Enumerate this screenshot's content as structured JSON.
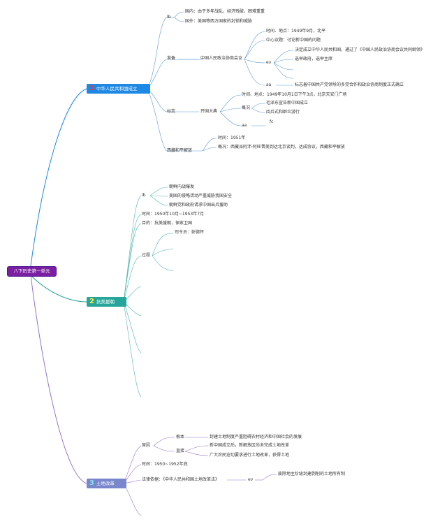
{
  "root": {
    "label": "八下历史第一单元"
  },
  "colors": {
    "root": "#7b1fa2",
    "branch1": "#1e88e5",
    "branch2": "#26a69a",
    "branch3": "#7986cb"
  },
  "branch1": {
    "num": "1",
    "label": "中华人民共和国成立",
    "lb": "lb",
    "lb_items": [
      "国内：由于多年战乱，经济残破，困难重重",
      "国外：美国等西方国家的封锁和威胁"
    ],
    "prep": "准备",
    "cppcc": "中国人民政治协商会议",
    "cppcc_time": "时间、地点：1949年9月，北平",
    "cppcc_topic": "中心议题：讨论新中国的问题",
    "ev": "ev",
    "ev_items": [
      "决定成立中华人民共和国，通过了《中国人民政治协商会议共同纲领》",
      "选举政府，选举主席"
    ],
    "aa": "aa",
    "aa_item": "标志着中国共产党领导的多党合作和政治协商制度正式确立",
    "sign": "标志",
    "founding": "开国大典",
    "founding_time": "时间、地点：1949年10月1日下午3点，北京天安门广场",
    "overview": "概况",
    "overview_items": [
      "毛泽东宣告新中国成立",
      "阅兵式和群众游行"
    ],
    "aa2": "aa",
    "fc": "fc",
    "tibet": "西藏和平解放",
    "tibet_time": "时间：1951年",
    "tibet_overview": "概况：西藏派阿沛·阿旺晋美到达北京谈判，达成协议，西藏和平解放"
  },
  "branch2": {
    "num": "2",
    "label": "抗美援朝",
    "lb": "lb",
    "lb_items": [
      "朝鲜内战爆发",
      "美国的侵略活动严重威胁我国安全",
      "朝鲜党和政府请求中国出兵援助"
    ],
    "time": "时间：1950年10月~1953年7月",
    "goal": "目的：抗美援朝，保家卫国",
    "process": "过程",
    "commander": "司令员：彭德怀"
  },
  "branch3": {
    "num": "3",
    "label": "土地改革",
    "cause": "原因",
    "root_cause": "根本",
    "root_text": "封建土地制度严重阻碍农村经济和中国社会的发展",
    "direct": "直接",
    "direct_items": [
      "新中国成立后，新解放区尚未完成土地改革",
      "广大农民迫切要求进行土地改革，获得土地"
    ],
    "time": "时间：1950~1952年底",
    "law": "法律依据：《中华人民共和国土地改革法》",
    "ev": "ev",
    "ev_item": "废除地主阶级封建剥削的土地所有制"
  }
}
